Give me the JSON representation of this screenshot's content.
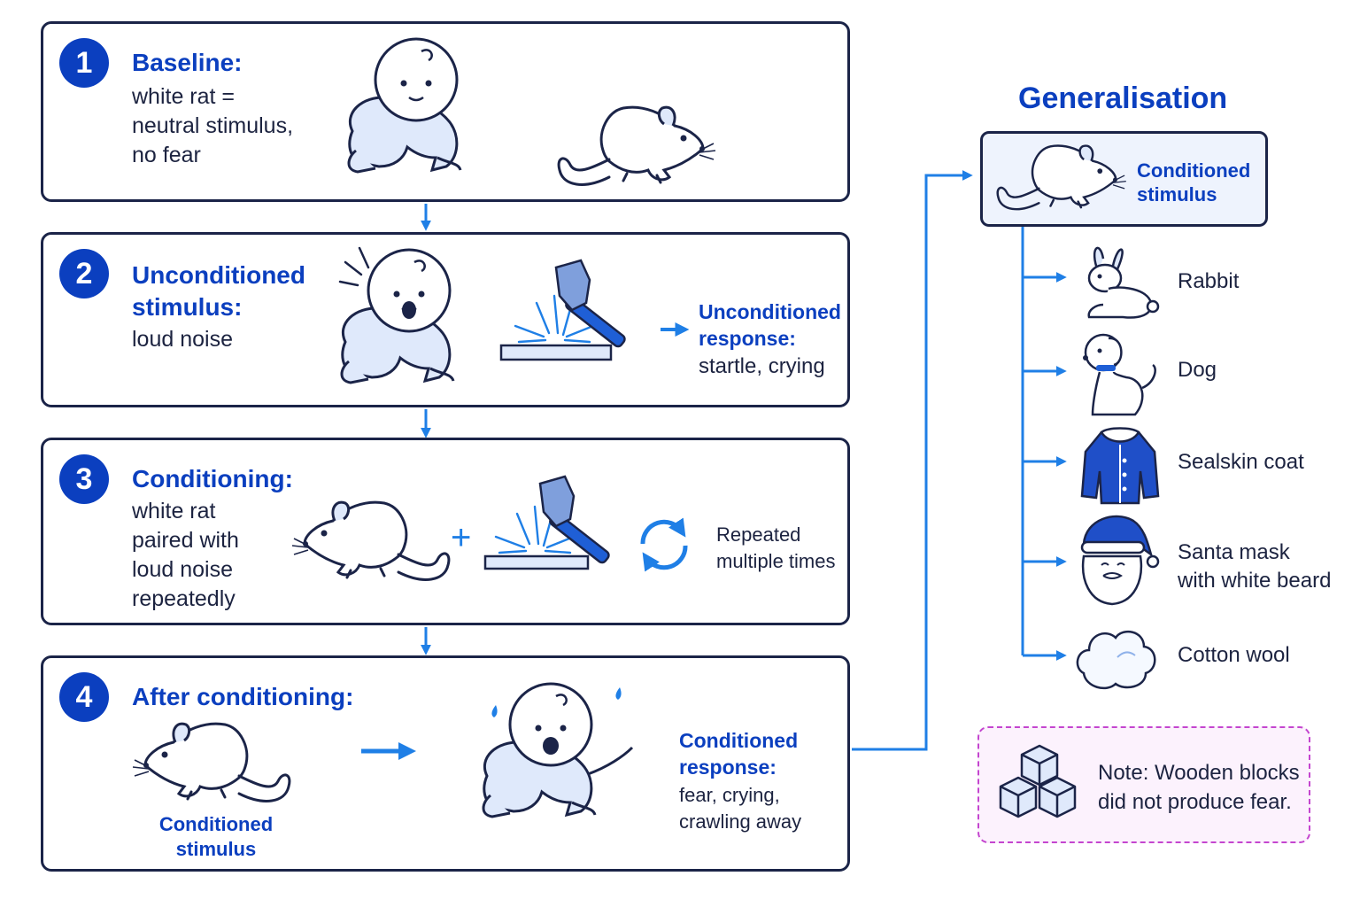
{
  "steps": [
    {
      "number": "1",
      "heading": "Baseline:",
      "lines": [
        "white rat =",
        "neutral stimulus,",
        "no fear"
      ]
    },
    {
      "number": "2",
      "heading_lines": [
        "Unconditioned",
        "stimulus:"
      ],
      "lines": [
        "loud noise"
      ],
      "response_heading_lines": [
        "Unconditioned",
        "response:"
      ],
      "response_lines": [
        "startle, crying"
      ]
    },
    {
      "number": "3",
      "heading": "Conditioning:",
      "lines": [
        "white rat",
        "paired with",
        "loud noise",
        "repeatedly"
      ],
      "plus": "+",
      "repeat_lines": [
        "Repeated",
        "multiple times"
      ]
    },
    {
      "number": "4",
      "heading": "After conditioning:",
      "stimulus_lines": [
        "Conditioned",
        "stimulus"
      ],
      "response_heading_lines": [
        "Conditioned",
        "response:"
      ],
      "response_lines": [
        "fear, crying,",
        "crawling away"
      ]
    }
  ],
  "generalisation": {
    "title": "Generalisation",
    "source_lines": [
      "Conditioned",
      "stimulus"
    ],
    "items": [
      {
        "lines": [
          "Rabbit"
        ],
        "icon": "rabbit-icon"
      },
      {
        "lines": [
          "Dog"
        ],
        "icon": "dog-icon"
      },
      {
        "lines": [
          "Sealskin coat"
        ],
        "icon": "coat-icon"
      },
      {
        "lines": [
          "Santa mask",
          "with white beard"
        ],
        "icon": "santa-mask-icon"
      },
      {
        "lines": [
          "Cotton wool"
        ],
        "icon": "cotton-wool-icon"
      }
    ]
  },
  "note": {
    "lines": [
      "Note: Wooden blocks",
      "did not produce fear."
    ]
  },
  "colors": {
    "accent": "#0b3fbf",
    "arrow": "#1f7fe6",
    "outline": "#1b2448",
    "fill": "#dfe9fb",
    "note_border": "#c445cf"
  }
}
